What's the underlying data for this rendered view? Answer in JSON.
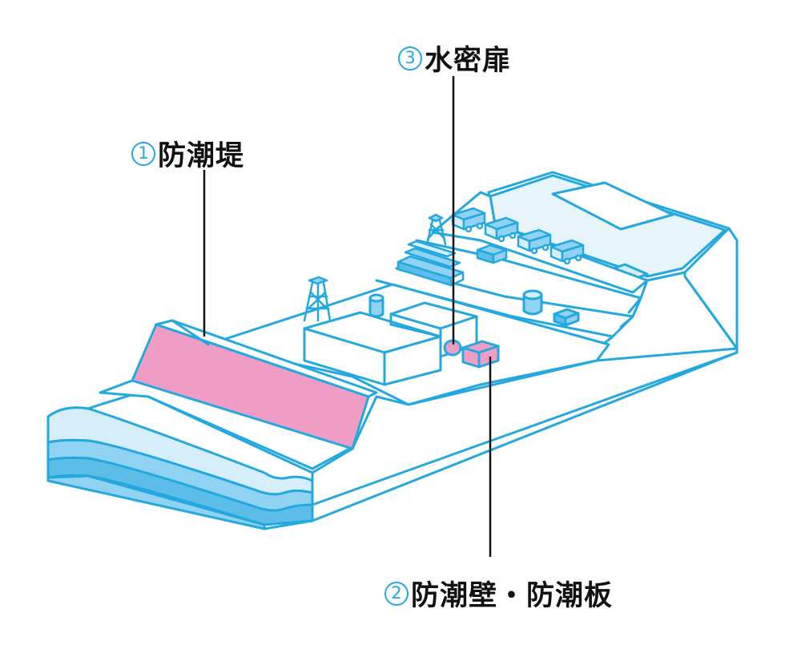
{
  "labels": {
    "seawall": {
      "number": "1",
      "text": "防潮堤"
    },
    "tidewall": {
      "number": "2",
      "text": "防潮壁・防潮板"
    },
    "waterdoor": {
      "number": "3",
      "text": "水密扉"
    }
  },
  "colors": {
    "line": "#23a8e0",
    "sea": "#8fd2f2",
    "sea_light": "#d6eefa",
    "sea_deep": "#5dbde9",
    "highlight": "#ef9dc5",
    "marker_line": "#111111"
  }
}
